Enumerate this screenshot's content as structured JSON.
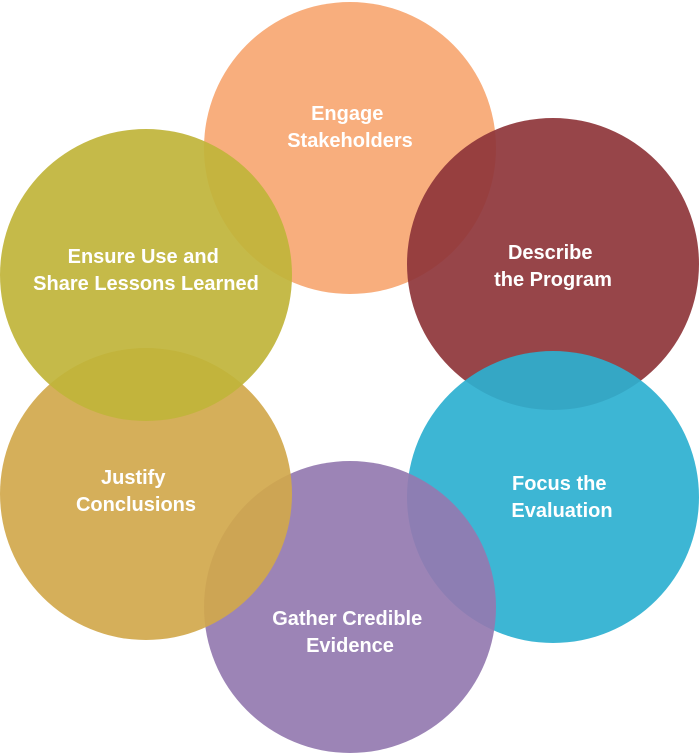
{
  "diagram": {
    "steps": [
      {
        "id": "engage",
        "lines": [
          "Engage",
          "Stakeholders"
        ],
        "color": "#F7A772"
      },
      {
        "id": "describe",
        "lines": [
          "Describe",
          "the Program"
        ],
        "color": "#8E353A"
      },
      {
        "id": "focus",
        "lines": [
          "Focus the",
          "Evaluation"
        ],
        "color": "#2DB0D0"
      },
      {
        "id": "gather",
        "lines": [
          "Gather Credible",
          "Evidence"
        ],
        "color": "#9479B0"
      },
      {
        "id": "justify",
        "lines": [
          "Justify",
          "Conclusions"
        ],
        "color": "#D1A84C"
      },
      {
        "id": "ensure",
        "lines": [
          "Ensure Use and",
          "Share Lessons Learned"
        ],
        "color": "#C0B43A"
      }
    ]
  }
}
